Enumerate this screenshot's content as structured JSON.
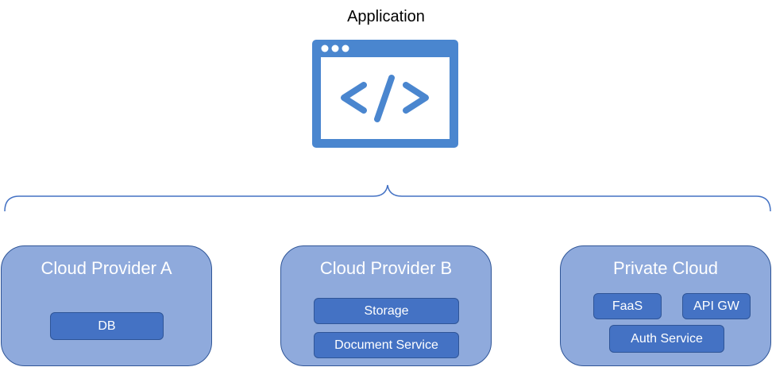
{
  "application": {
    "title": "Application"
  },
  "clouds": [
    {
      "title": "Cloud Provider A",
      "services": [
        "DB"
      ]
    },
    {
      "title": "Cloud Provider B",
      "services": [
        "Storage",
        "Document Service"
      ]
    },
    {
      "title": "Private Cloud",
      "services": [
        "FaaS",
        "API GW",
        "Auth Service"
      ]
    }
  ],
  "colors": {
    "icon": "#4a86cf",
    "brace": "#4472c4",
    "cloud_fill": "#8faadc",
    "service_fill": "#4472c4",
    "border": "#2f5597"
  }
}
